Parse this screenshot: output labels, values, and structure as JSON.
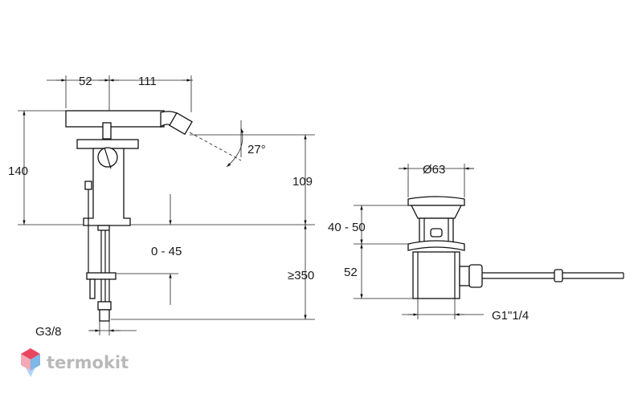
{
  "faucet": {
    "dim_52": "52",
    "dim_111": "111",
    "dim_140": "140",
    "dim_27": "27°",
    "dim_109": "109",
    "dim_0_45": "0 - 45",
    "dim_350": "≥350",
    "dim_g38": "G3/8"
  },
  "drain": {
    "dim_diam63": "Ø63",
    "dim_40_50": "40 - 50",
    "dim_52": "52",
    "dim_g114": "G1\"1/4"
  },
  "logo": {
    "text": "termokit",
    "colors": [
      "#e8475f",
      "#f3a9b6",
      "#7fb7e6",
      "#b3d4f2"
    ]
  }
}
